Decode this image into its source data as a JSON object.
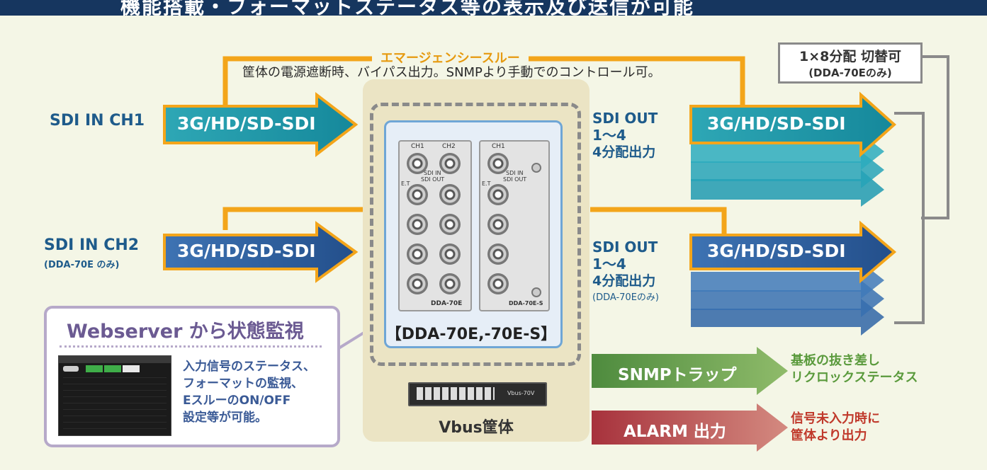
{
  "header": {
    "title": "機能搭載・フォーマットステータス等の表示及び送信が可能"
  },
  "emergency": {
    "label": "エマージェンシースルー",
    "description": "筐体の電源遮断時、バイパス出力。SNMPより手動でのコントロール可。"
  },
  "split": {
    "title": "1×8分配 切替可",
    "note": "(DDA-70Eのみ)"
  },
  "inputs": {
    "ch1": {
      "label": "SDI IN CH1",
      "signal": "3G/HD/SD-SDI"
    },
    "ch2": {
      "label": "SDI IN CH2",
      "note": "(DDA-70E のみ)",
      "signal": "3G/HD/SD-SDI"
    }
  },
  "outputs": {
    "out1": {
      "label": "SDI OUT",
      "range": "1〜4",
      "desc": "4分配出力",
      "signal": "3G/HD/SD-SDI"
    },
    "out2": {
      "label": "SDI OUT",
      "range": "1〜4",
      "desc": "4分配出力",
      "note": "(DDA-70Eのみ)",
      "signal": "3G/HD/SD-SDI"
    }
  },
  "device": {
    "model_label": "【DDA-70E,-70E-S】",
    "card1": {
      "tag": "DDA-70E",
      "ch1": "CH1",
      "ch2": "CH2",
      "sdi_in": "SDI IN",
      "sdi_out": "SDI OUT",
      "et": "E.T"
    },
    "card2": {
      "tag": "DDA-70E-S",
      "ch1": "CH1",
      "sdi_in": "SDI IN",
      "sdi_out": "SDI OUT",
      "et": "E.T"
    },
    "chassis_label": "Vbus筐体",
    "chassis_brand": "Vbus-70V"
  },
  "web": {
    "title": "Webserver から状態監視",
    "text": [
      "入力信号のステータス、",
      "フォーマットの監視、",
      "EスルーのON/OFF",
      "設定等が可能。"
    ]
  },
  "snmp": {
    "label": "SNMPトラップ",
    "desc": [
      "基板の抜き差し",
      "リクロックステータス"
    ]
  },
  "alarm": {
    "label": "ALARM 出力",
    "desc": [
      "信号未入力時に",
      "筐体より出力"
    ]
  },
  "colors": {
    "teal": "#1f8fa3",
    "blue": "#2e5d9a",
    "orange": "#f3a51a",
    "green": "#6b9a4b",
    "red": "#b6434a",
    "navy": "#16365f"
  }
}
